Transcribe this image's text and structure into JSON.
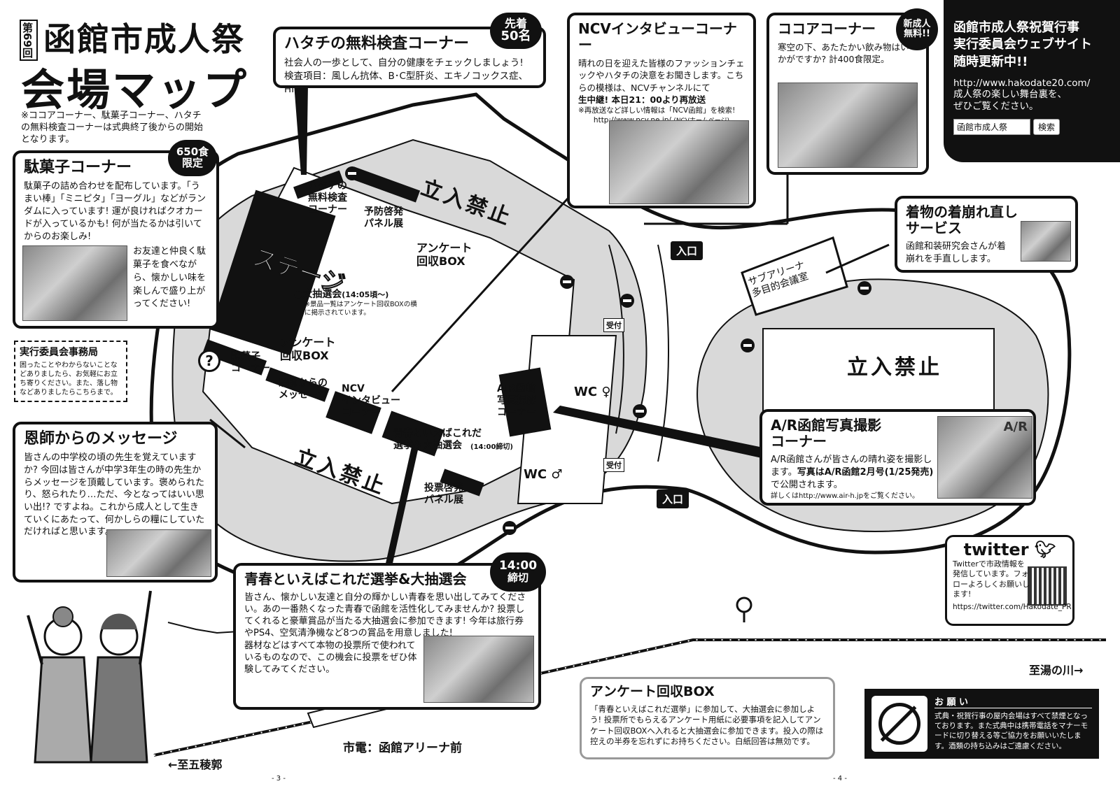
{
  "header": {
    "edition": "第69回",
    "title_line1": "函館市成人祭",
    "title_line2": "会場マップ",
    "note": "※ココアコーナー、駄菓子コーナー、ハタチの無料検査コーナーは式典終了後からの開始となります。"
  },
  "boxes": {
    "hatachi": {
      "title": "ハタチの無料検査コーナー",
      "badge_top": "先着",
      "badge_bottom": "50名",
      "body": "社会人の一歩として、自分の健康をチェックしましょう!\n検査項目：風しん抗体、B･C型肝炎、エキノコックス症、HIV"
    },
    "ncv": {
      "title": "NCVインタビューコーナー",
      "body": "晴れの日を迎えた皆様のファッションチェックやハタチの決意をお聞きします。こちらの模様は、NCVチャンネルにて",
      "body_bold": "生中継! 本日21：00より再放送",
      "note": "※再放送など詳しい情報は「NCV函館」を検索!",
      "url": "http://www.ncv.ne.jp/",
      "url_note": "(NCVホームページ)"
    },
    "cocoa": {
      "title": "ココアコーナー",
      "badge_top": "新成人",
      "badge_bottom": "無料!!",
      "body": "寒空の下、あたたかい飲み物はいかがですか? 計400食限定。"
    },
    "website": {
      "title": "函館市成人祭祝賀行事\n実行委員会ウェブサイト\n随時更新中!!",
      "url": "http://www.hakodate20.com/",
      "body": "成人祭の楽しい舞台裏を、\nぜひご覧ください。",
      "search_value": "函館市成人祭",
      "search_button": "検索"
    },
    "dagashi": {
      "title": "駄菓子コーナー",
      "badge_top": "650食",
      "badge_bottom": "限定",
      "body": "駄菓子の詰め合わせを配布しています。「うまい棒」「ミニピタ」「ヨーグル」などがランダムに入っています! 運が良ければクオカードが入っているかも! 何が当たるかは引いてからのお楽しみ!",
      "body2": "お友達と仲良く駄菓子を食べながら、懐かしい味を楽しんで盛り上がってください!"
    },
    "jimukyoku": {
      "title": "実行委員会事務局",
      "body": "困ったことやわからないことなどありましたら、お気軽にお立ち寄りください。また、落し物などありましたらこちらまで。"
    },
    "onshi": {
      "title": "恩師からのメッセージ",
      "body": "皆さんの中学校の頃の先生を覚えていますか? 今回は皆さんが中学3年生の時の先生からメッセージを頂戴しています。褒められたり、怒られたり…ただ、今となってはいい思い出!? ですよね。これから成人として生きていくにあたって、何かしらの糧にしていただければと思います。"
    },
    "kimono": {
      "title": "着物の着崩れ直し\nサービス",
      "body": "函館和装研究会さんが着崩れを手直しします。"
    },
    "ar": {
      "title": "A/R函館写真撮影\nコーナー",
      "body": "A/R函館さんが皆さんの晴れ姿を撮影します。",
      "body_bold": "写真はA/R函館2月号(1/25発売)",
      "body_end": "で公開されます。",
      "note": "詳しくはhttp://www.air-h.jpをご覧ください。",
      "photo_text": "A/R"
    },
    "senkyo": {
      "title": "青春といえばこれだ選挙&大抽選会",
      "badge_top": "14:00",
      "badge_bottom": "締切",
      "body": "皆さん、懐かしい友達と自分の輝かしい青春を思い出してみてください。あの一番熱くなった青春で函館を活性化してみませんか? 投票してくれると豪華賞品が当たる大抽選会に参加できます! 今年は旅行券やPS4、空気清浄機など8つの賞品を用意しました!",
      "body2": "器材などはすべて本物の投票所で使われているものなので、この機会に投票をぜひ体験してみてください。"
    },
    "anketo": {
      "title": "アンケート回収BOX",
      "body": "「青春といえばこれだ選挙」に参加して、大抽選会に参加しよう! 投票所でもらえるアンケート用紙に必要事項を記入してアンケート回収BOXへ入れると大抽選会に参加できます。投入の際は控えの半券を忘れずにお持ちください。白紙回答は無効です。"
    },
    "twitter": {
      "logo": "twitter",
      "body": "Twitterで市政情報を発信しています。フォローよろしくお願いします!",
      "url": "https://twitter.com/Hakodate_PR"
    },
    "onegai": {
      "title": "お 願 い",
      "body": "式典・祝賀行事の屋内会場はすべて禁煙となっております。また式典中は携帯電話をマナーモードに切り替える等ご協力をお願いいたします。酒類の持ち込みはご遠慮ください。"
    }
  },
  "map": {
    "stage": "ステージ",
    "lottery": "●大抽選会",
    "lottery_time": "(14:05頃～)",
    "lottery_note": "※景品一覧はアンケート回収BOXの横に掲示されています。",
    "no_entry": "立入禁止",
    "entrance": "入口",
    "reception": "受付",
    "wc": "WC",
    "labels": {
      "hatachi": "ハタチの\n無料検査\nコーナー",
      "yobo": "予防啓発\nパネル展",
      "anketo_top": "アンケート\n回収BOX",
      "anketo_mid": "アンケート\n回収BOX",
      "dagashi": "駄菓子\nコーナー",
      "onshi": "恩師からの\nメッセージ",
      "ncv": "NCV\nインタビュー\nコーナー",
      "senkyo": "青春といえばこれだ\n選挙＆大抽選会",
      "senkyo_time": "(14:00締切)",
      "tohyo": "投票啓発\nパネル展",
      "air": "AIR函館\n写真撮影\nコーナー",
      "sub_arena": "サブアリーナ\n多目的会議室"
    },
    "tram_stop": "市電：函館アリーナ前",
    "dir_left": "←至五稜郭",
    "dir_right": "至湯の川→"
  },
  "footer": {
    "page_left": "- 3 -",
    "page_right": "- 4 -"
  }
}
